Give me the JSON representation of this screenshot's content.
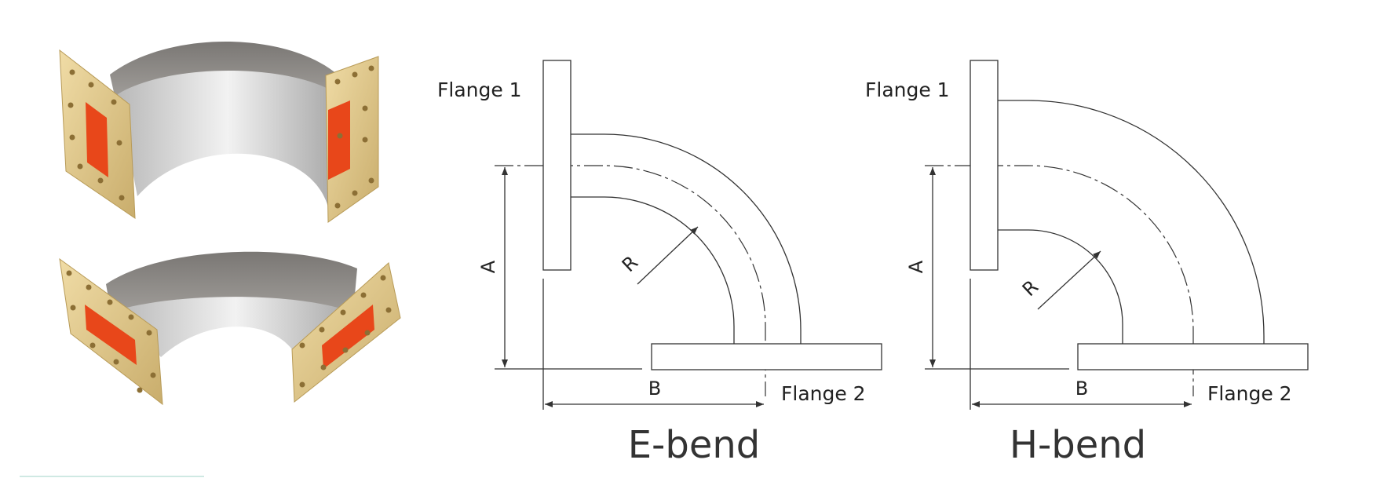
{
  "photos": {
    "top": "E-plane waveguide bend with rectangular flanges",
    "bottom": "H-plane waveguide bend with rectangular flanges"
  },
  "colors": {
    "flange": "#dcc58c",
    "aperture": "#e8471a",
    "metal": "#8f8f8f",
    "line": "#333333"
  },
  "e_bend": {
    "flange1": "Flange 1",
    "flange2": "Flange 2",
    "dim_a": "A",
    "dim_b": "B",
    "dim_r": "R",
    "caption": "E-bend"
  },
  "h_bend": {
    "flange1": "Flange 1",
    "flange2": "Flange 2",
    "dim_a": "A",
    "dim_b": "B",
    "dim_r": "R",
    "caption": "H-bend"
  }
}
